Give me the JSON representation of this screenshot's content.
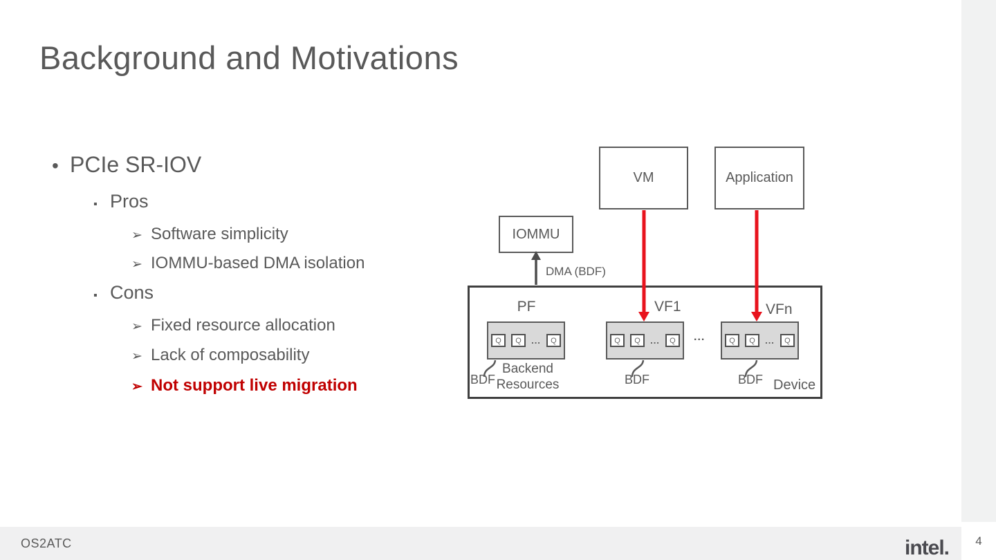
{
  "slide": {
    "title": "Background and Motivations",
    "footer_left": "OS2ATC",
    "logo_text": "intel.",
    "page_number": "4"
  },
  "glyphs": {
    "level1_bullet": "•",
    "level2_bullet": "▪",
    "level3_bullet": "➢"
  },
  "content": {
    "item1": "PCIe SR-IOV",
    "pros_header": "Pros",
    "pros": [
      "Software simplicity",
      "IOMMU-based DMA isolation"
    ],
    "cons_header": "Cons",
    "cons": [
      "Fixed resource allocation",
      "Lack of composability"
    ],
    "cons_red": "Not support live migration"
  },
  "diagram": {
    "vm": "VM",
    "application": "Application",
    "iommu": "IOMMU",
    "dma": "DMA (BDF)",
    "pf": "PF",
    "vf1": "VF1",
    "vfn": "VFn",
    "q": "Q",
    "dots": "...",
    "between_dots": "...",
    "bdf": "BDF",
    "backend1": "Backend",
    "backend2": "Resources",
    "device": "Device"
  },
  "colors": {
    "text_gray": "#595959",
    "red_text": "#c00000",
    "red_arrow": "#e8131d",
    "box_fill": "#d9d9d9",
    "device_border": "#404040",
    "footer_bg": "#f0f0f1",
    "strip_bg": "#f1f2f2"
  }
}
